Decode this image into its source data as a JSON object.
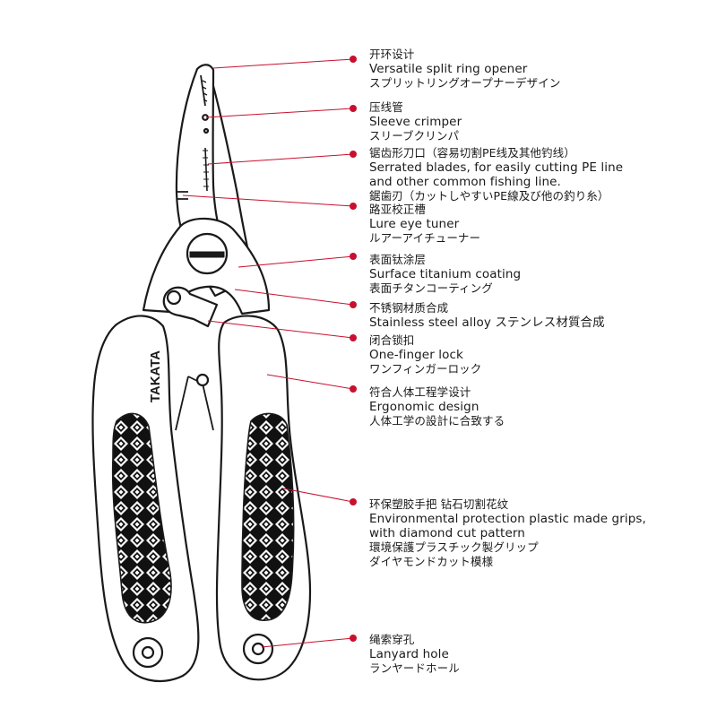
{
  "brand": {
    "name": "TAKATA",
    "accent": "#c8102e",
    "ink": "#1a1a1a"
  },
  "features": [
    {
      "id": "split-ring-opener",
      "lines": [
        "开环设计",
        "Versatile split ring opener",
        "スプリットリングオープナーデザイン"
      ]
    },
    {
      "id": "sleeve-crimper",
      "lines": [
        "压线管",
        "Sleeve crimper",
        "スリーブクリンパ"
      ]
    },
    {
      "id": "serrated-blades",
      "lines": [
        "锯齿形刀口（容易切割PE线及其他钓线）",
        "Serrated blades, for easily cutting PE line",
        "and other common fishing line.",
        "鋸歯刃（カットしやすいPE線及び他の釣り糸）"
      ]
    },
    {
      "id": "lure-eye-tuner",
      "lines": [
        "路亚校正槽",
        "Lure eye tuner",
        "ルアーアイチューナー"
      ]
    },
    {
      "id": "titanium-coating",
      "lines": [
        "表面钛涂层",
        "Surface titanium coating",
        "表面チタンコーティング"
      ]
    },
    {
      "id": "stainless-steel",
      "lines": [
        "不锈钢材质合成",
        "Stainless steel alloy  ステンレス材質合成"
      ]
    },
    {
      "id": "one-finger-lock",
      "lines": [
        "闭合锁扣",
        "One-finger lock",
        "ワンフィンガーロック"
      ]
    },
    {
      "id": "ergonomic-design",
      "lines": [
        "符合人体工程学设计",
        "Ergonomic design",
        "人体工学の設計に合致する"
      ]
    },
    {
      "id": "grips",
      "lines": [
        "环保塑胶手把 钻石切割花纹",
        "Environmental protection plastic made grips,",
        "with diamond cut pattern",
        "環境保護プラスチック製グリップ",
        "ダイヤモンドカット模様"
      ]
    },
    {
      "id": "lanyard-hole",
      "lines": [
        "绳索穿孔",
        "Lanyard hole",
        "ランヤードホール"
      ]
    }
  ]
}
